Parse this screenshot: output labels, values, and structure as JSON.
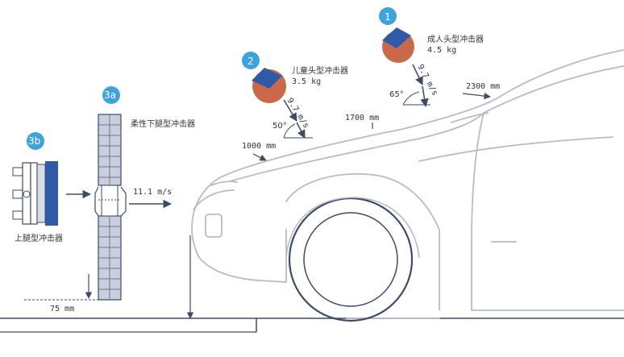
{
  "badges": {
    "b1": "1",
    "b2": "2",
    "b3a": "3a",
    "b3b": "3b"
  },
  "impactors": {
    "adult_head": {
      "name": "成人头型冲击器",
      "mass": "4.5 kg",
      "speed": "9.7 m/s",
      "angle": "65°"
    },
    "child_head": {
      "name": "儿童头型冲击器",
      "mass": "3.5 kg",
      "speed": "9.7 m/s",
      "angle": "50°"
    },
    "flex_leg": {
      "name": "柔性下腿型冲击器",
      "speed": "11.1 m/s"
    },
    "upper_leg": {
      "name": "上腿型冲击器"
    }
  },
  "dimensions": {
    "d1000": "1000 mm",
    "d1700": "1700 mm",
    "d2300": "2300 mm",
    "d75": "75 mm"
  },
  "colors": {
    "badge": "#3ea2dc",
    "head": "#c9694a",
    "cap": "#2f5aa8",
    "line": "#3c4b66",
    "car": "#c4c8d2"
  }
}
